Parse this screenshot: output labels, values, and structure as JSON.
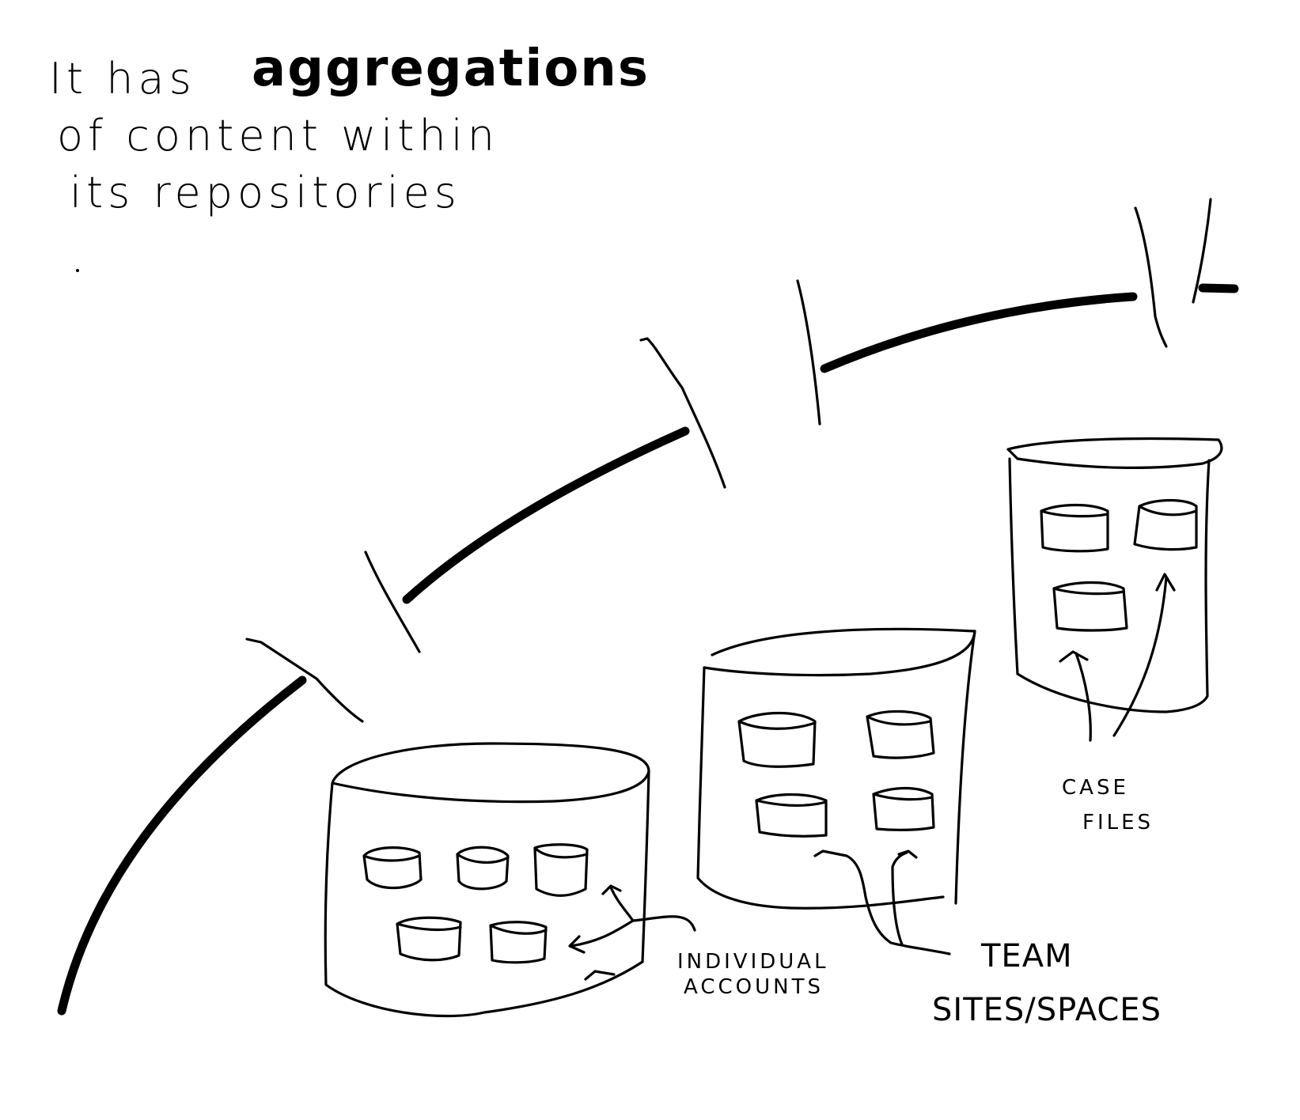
{
  "caption": {
    "line1_prefix": "It has",
    "line1_emphasis": "aggregations",
    "line2": "of content within",
    "line3": "its repositories"
  },
  "repositories": [
    {
      "id": "individual",
      "label_line1": "INDIVIDUAL",
      "label_line2": "ACCOUNTS",
      "item_count": 5
    },
    {
      "id": "team",
      "label_line1": "TEAM",
      "label_line2": "SITES/SPACES",
      "item_count": 4
    },
    {
      "id": "case",
      "label_line1": "CASE",
      "label_line2": "FILES",
      "item_count": 3
    }
  ],
  "colors": {
    "ink": "#000000",
    "paper": "#ffffff"
  }
}
